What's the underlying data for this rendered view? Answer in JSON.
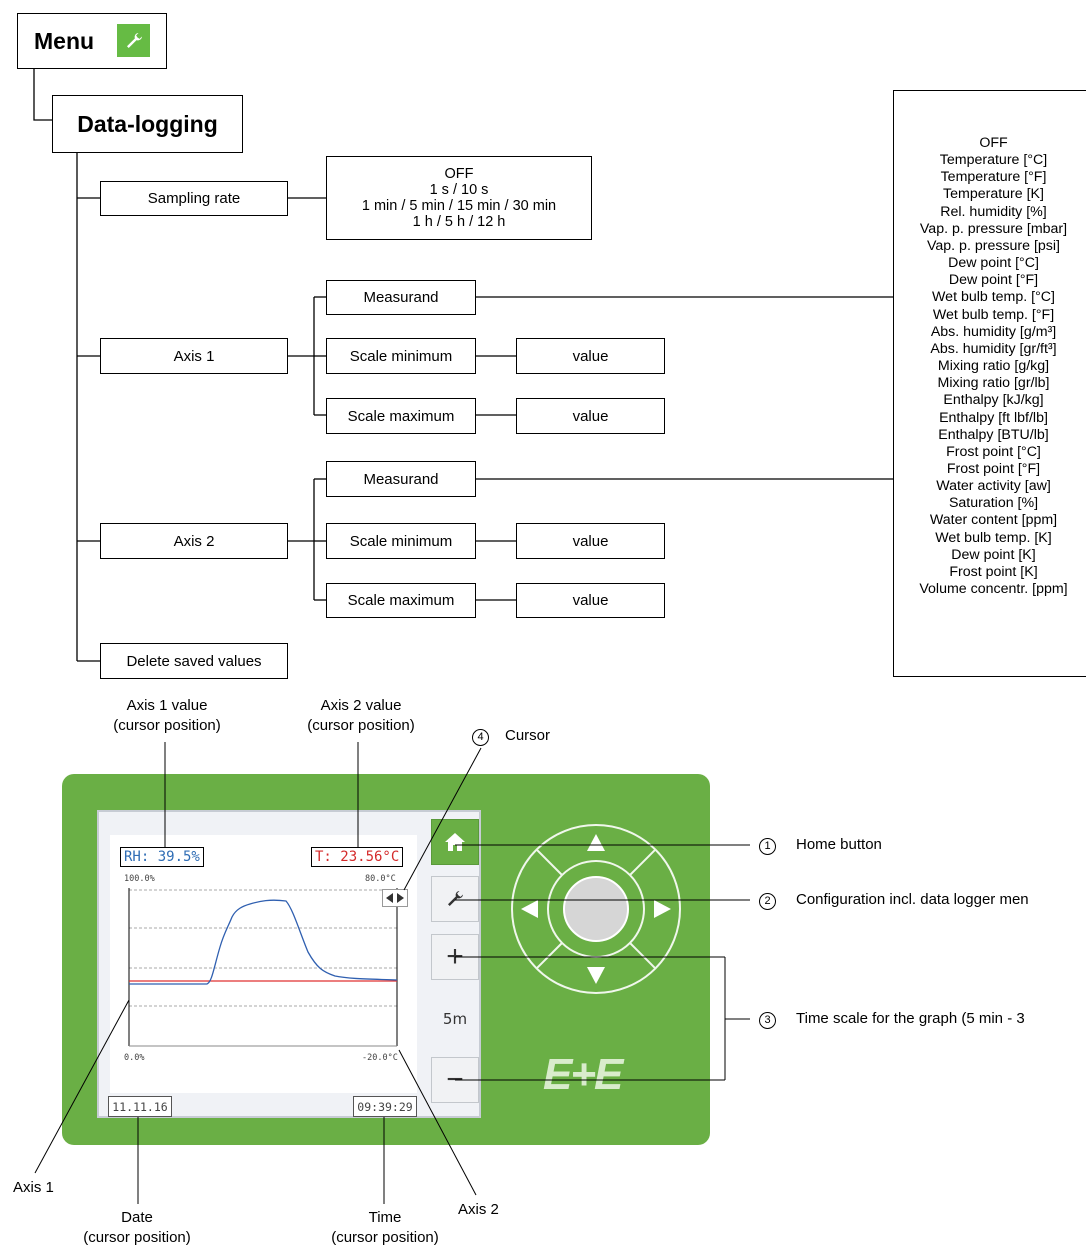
{
  "menu": {
    "label": "Menu",
    "icon": "wrench-icon"
  },
  "data_logging": {
    "label": "Data-logging"
  },
  "sampling_rate": {
    "label": "Sampling rate",
    "options": [
      "OFF",
      "1 s / 10 s",
      "1 min / 5 min / 15 min / 30 min",
      "1 h / 5 h / 12 h"
    ]
  },
  "axis1": {
    "label": "Axis 1",
    "measurand": "Measurand",
    "scale_min": "Scale minimum",
    "scale_max": "Scale maximum",
    "min_value": "value",
    "max_value": "value"
  },
  "axis2": {
    "label": "Axis 2",
    "measurand": "Measurand",
    "scale_min": "Scale minimum",
    "scale_max": "Scale maximum",
    "min_value": "value",
    "max_value": "value"
  },
  "delete_saved": "Delete saved values",
  "measurands": [
    "OFF",
    "Temperature [°C]",
    "Temperature [°F]",
    "Temperature [K]",
    "Rel. humidity [%]",
    "Vap. p. pressure [mbar]",
    "Vap. p. pressure [psi]",
    "Dew point [°C]",
    "Dew point [°F]",
    "Wet bulb temp. [°C]",
    "Wet bulb temp. [°F]",
    "Abs. humidity [g/m³]",
    "Abs. humidity [gr/ft³]",
    "Mixing ratio [g/kg]",
    "Mixing ratio [gr/lb]",
    "Enthalpy [kJ/kg]",
    "Enthalpy [ft lbf/lb]",
    "Enthalpy [BTU/lb]",
    "Frost point [°C]",
    "Frost point [°F]",
    "Water activity [aw]",
    "Saturation [%]",
    "Water content [ppm]",
    "Wet bulb temp. [K]",
    "Dew point [K]",
    "Frost point [K]",
    "Volume concentr. [ppm]"
  ],
  "annotations": {
    "axis1_value": [
      "Axis 1 value",
      "(cursor position)"
    ],
    "axis2_value": [
      "Axis 2 value",
      "(cursor position)"
    ],
    "cursor": {
      "num": "4",
      "text": "Cursor"
    },
    "home": {
      "num": "1",
      "text": "Home button"
    },
    "config": {
      "num": "2",
      "text": "Configuration incl. data logger men"
    },
    "timescale": {
      "num": "3",
      "text": "Time scale for the graph (5 min - 3"
    },
    "axis1": "Axis 1",
    "axis2": "Axis 2",
    "date": [
      "Date",
      "(cursor position)"
    ],
    "time": [
      "Time",
      "(cursor position)"
    ]
  },
  "display": {
    "rh_readout": "RH: 39.5%",
    "t_readout": "T: 23.56°C",
    "axis1_max": "100.0%",
    "axis1_min": "0.0%",
    "axis2_max": "80.0°C",
    "axis2_min": "-20.0°C",
    "date": "11.11.16",
    "time": "09:39:29",
    "time_scale": "5m",
    "plus": "+",
    "minus": "−",
    "logo": "E+E",
    "rh_color": "#2f6db5",
    "t_color": "#d42a2a"
  }
}
